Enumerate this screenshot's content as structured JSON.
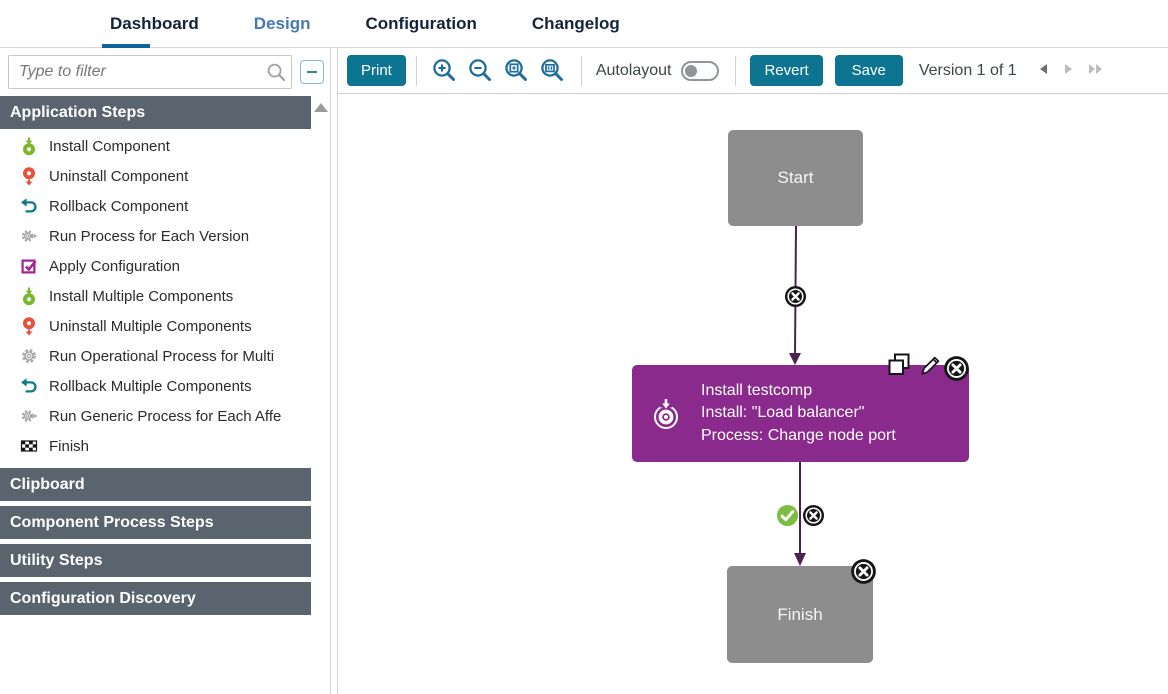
{
  "tabs": [
    {
      "label": "Dashboard",
      "selected": true
    },
    {
      "label": "Design",
      "highlighted": true
    },
    {
      "label": "Configuration"
    },
    {
      "label": "Changelog"
    }
  ],
  "sidebar": {
    "filter_placeholder": "Type to filter",
    "filter_icons": [
      "search-icon",
      "collapse-palette-icon"
    ],
    "sections": [
      {
        "label": "Application Steps",
        "expanded": true,
        "items": [
          {
            "label": "Install Component",
            "icon": "install"
          },
          {
            "label": "Uninstall Component",
            "icon": "uninstall"
          },
          {
            "label": "Rollback Component",
            "icon": "rollback"
          },
          {
            "label": "Run Process for Each Version",
            "icon": "gear-play"
          },
          {
            "label": "Apply Configuration",
            "icon": "checkbox"
          },
          {
            "label": "Install Multiple Components",
            "icon": "install"
          },
          {
            "label": "Uninstall Multiple Components",
            "icon": "uninstall"
          },
          {
            "label": "Run Operational Process for Multi",
            "icon": "gear"
          },
          {
            "label": "Rollback Multiple Components",
            "icon": "rollback"
          },
          {
            "label": "Run Generic Process for Each Affe",
            "icon": "gear-play"
          },
          {
            "label": "Finish",
            "icon": "flag"
          }
        ]
      },
      {
        "label": "Clipboard",
        "expanded": false
      },
      {
        "label": "Component Process Steps",
        "expanded": false
      },
      {
        "label": "Utility Steps",
        "expanded": false
      },
      {
        "label": "Configuration Discovery",
        "expanded": false
      }
    ]
  },
  "toolbar": {
    "print_label": "Print",
    "zoom_tools": [
      "zoom-in",
      "zoom-out",
      "zoom-fit",
      "zoom-actual-size"
    ],
    "autolayout_label": "Autolayout",
    "autolayout_on": false,
    "revert_label": "Revert",
    "save_label": "Save",
    "version_text": "Version 1 of 1",
    "pager": [
      "previous-version",
      "next-version",
      "latest-version"
    ]
  },
  "canvas": {
    "start_label": "Start",
    "step": {
      "lines": [
        "Install testcomp",
        "Install: \"Load balancer\"",
        "Process: Change node port"
      ]
    },
    "finish_label": "Finish",
    "edge_icons": [
      "delete-edge",
      "success-flag",
      "delete-edge"
    ],
    "step_actions": [
      "copy-step",
      "edit-step",
      "delete-step"
    ],
    "finish_actions": [
      "delete-step"
    ]
  },
  "colors": {
    "accent_teal": "#0d7591",
    "tab_underline_blue": "#0f62a0",
    "design_tab_blue": "#4779b4",
    "zoom_icon_blue": "#1d6d9e",
    "palette_header_slate": "#5a646e",
    "node_gray": "#8d8d8d",
    "step_purple": "#8a2a8c",
    "edge_purple": "#4b2150",
    "success_green": "#7cbe42",
    "install_green": "#7ab829",
    "uninstall_red": "#e8503a",
    "config_magenta": "#a4238e"
  }
}
